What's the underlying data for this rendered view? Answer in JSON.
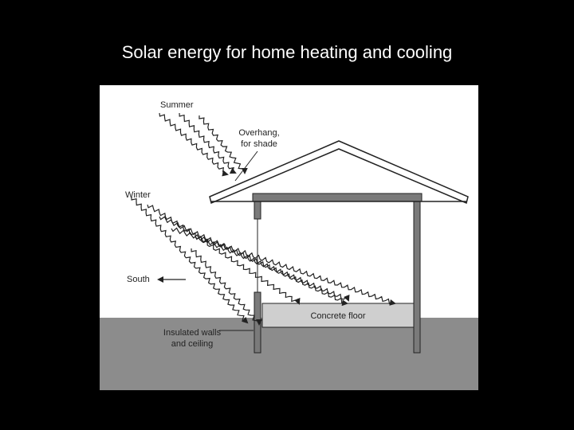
{
  "slide": {
    "title": "Solar energy for home heating and cooling"
  },
  "diagram": {
    "labels": {
      "summer": "Summer",
      "winter": "Winter",
      "south": "South",
      "overhang_line1": "Overhang,",
      "overhang_line2": "for shade",
      "floor": "Concrete floor",
      "walls_line1": "Insulated walls",
      "walls_line2": "and ceiling"
    },
    "colors": {
      "background": "#000000",
      "panel": "#ffffff",
      "ground": "#8c8c8c",
      "floor": "#cfcfcf",
      "post": "#7a7a7a",
      "line": "#222222"
    }
  }
}
